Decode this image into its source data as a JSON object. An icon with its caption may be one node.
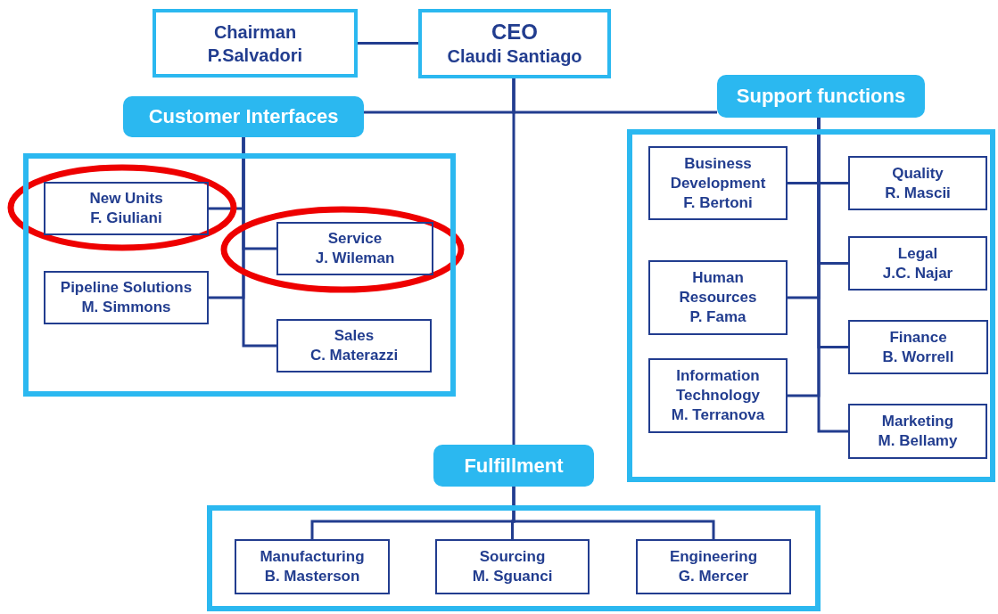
{
  "diagram": {
    "nodes": [
      {
        "text": [
          "Chairman",
          "P.Salvadori"
        ]
      },
      {
        "text": [
          "CEO",
          "Claudi Santiago"
        ]
      },
      {
        "text": [
          "Customer Interfaces"
        ]
      },
      {
        "text": [
          "Support functions"
        ]
      },
      {
        "text": [],
        "shape": "box"
      },
      {
        "text": [
          "New Units",
          "F. Giuliani"
        ],
        "in": 4
      },
      {
        "text": [
          "Service",
          "J. Wileman"
        ],
        "in": 4
      },
      {
        "text": [
          "Pipeline Solutions",
          "M. Simmons"
        ],
        "in": 4
      },
      {
        "text": [
          "Sales",
          "C. Materazzi"
        ],
        "in": 4
      },
      {
        "text": [],
        "shape": "box"
      },
      {
        "text": [
          "Business Development",
          "F. Bertoni"
        ],
        "in": 9
      },
      {
        "text": [
          "Quality",
          "R. Mascii"
        ],
        "in": 9
      },
      {
        "text": [
          "Human Resources",
          "P. Fama"
        ],
        "in": 9
      },
      {
        "text": [
          "Legal",
          "J.C. Najar"
        ],
        "in": 9
      },
      {
        "text": [
          "Information Technology",
          "M. Terranova"
        ],
        "in": 9
      },
      {
        "text": [
          "Finance",
          "B. Worrell"
        ],
        "in": 9
      },
      {
        "text": [
          "Marketing",
          "M. Bellamy"
        ],
        "in": 9
      },
      {
        "text": [
          "Fulfillment"
        ]
      },
      {
        "text": [],
        "shape": "box"
      },
      {
        "text": [
          "Manufacturing",
          "B. Masterson"
        ],
        "in": 18
      },
      {
        "text": [
          "Sourcing",
          "M. Sguanci"
        ],
        "in": 18
      },
      {
        "text": [
          "Engineering",
          "G. Mercer"
        ],
        "in": 18
      }
    ],
    "edges": [
      {
        "from": 0,
        "to": 1,
        "arrow": "none"
      },
      {
        "from": 1,
        "to": 2,
        "arrow": "none"
      },
      {
        "from": 1,
        "to": 3,
        "arrow": "none"
      },
      {
        "from": 1,
        "to": 17,
        "arrow": "none"
      },
      {
        "from": 2,
        "to": 5,
        "arrow": "none"
      },
      {
        "from": 2,
        "to": 6,
        "arrow": "none"
      },
      {
        "from": 2,
        "to": 7,
        "arrow": "none"
      },
      {
        "from": 2,
        "to": 8,
        "arrow": "none"
      },
      {
        "from": 3,
        "to": 10,
        "arrow": "none"
      },
      {
        "from": 3,
        "to": 11,
        "arrow": "none"
      },
      {
        "from": 3,
        "to": 12,
        "arrow": "none"
      },
      {
        "from": 3,
        "to": 13,
        "arrow": "none"
      },
      {
        "from": 3,
        "to": 14,
        "arrow": "none"
      },
      {
        "from": 3,
        "to": 15,
        "arrow": "none"
      },
      {
        "from": 3,
        "to": 16,
        "arrow": "none"
      },
      {
        "from": 17,
        "to": 19,
        "arrow": "none"
      },
      {
        "from": 17,
        "to": 20,
        "arrow": "none"
      },
      {
        "from": 17,
        "to": 21,
        "arrow": "none"
      }
    ]
  }
}
